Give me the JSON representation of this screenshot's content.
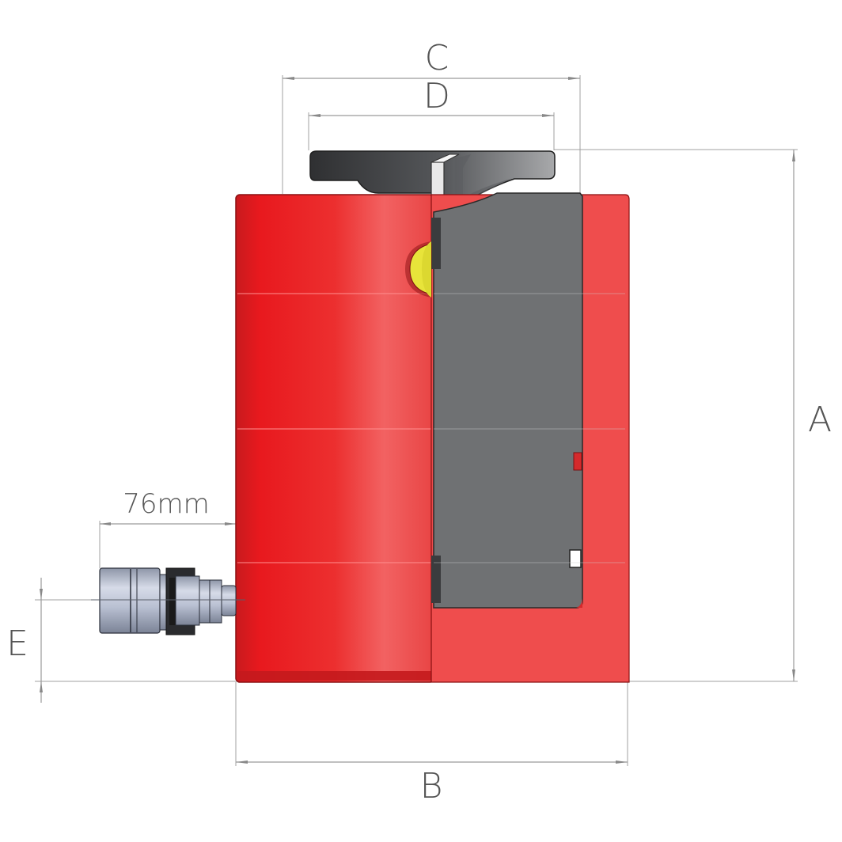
{
  "diagram": {
    "subject": "Hydraulic cylinder cross-section with dimensions",
    "labels": {
      "A": "A",
      "B": "B",
      "C": "C",
      "D": "D",
      "E": "E",
      "coupler_offset": "76mm"
    },
    "colors": {
      "body_red": "#e8262a",
      "section_red": "#ef4b4b",
      "internal_gray": "#6f7173",
      "saddle_dark": "#3a3b3d",
      "coupler_steel": "#b8c0d4",
      "ball_yellow": "#e8e43a",
      "dim_line": "#9a9a9a"
    }
  }
}
